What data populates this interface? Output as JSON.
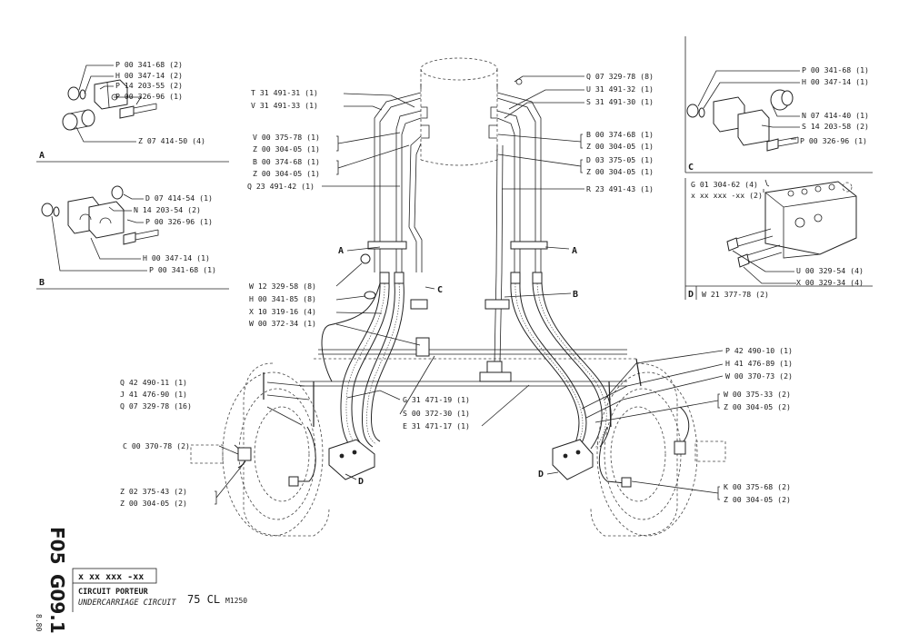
{
  "side_codes": {
    "f05": "F05",
    "g09": "G09.1",
    "date": "8.80"
  },
  "title_block": {
    "ref": "x xx xxx -xx",
    "fr": "CIRCUIT PORTEUR",
    "en": "UNDERCARRIAGE CIRCUIT",
    "model": "75 CL",
    "serial": "M1250"
  },
  "detail_a": {
    "letter": "A",
    "labels": [
      "P 00 341-68 (2)",
      "H 00 347-14 (2)",
      "P 14 203-55 (2)",
      "P 00 326-96 (1)",
      "Z 07 414-50 (4)"
    ]
  },
  "detail_b": {
    "letter": "B",
    "labels": [
      "D 07 414-54 (1)",
      "N 14 203-54 (2)",
      "P 00 326-96 (1)",
      "H 00 347-14 (1)",
      "P 00 341-68 (1)"
    ]
  },
  "detail_c": {
    "letter": "C",
    "labels": [
      "P 00 341-68 (1)",
      "H 00 347-14 (1)",
      "N 07 414-40 (1)",
      "S 14 203-58 (2)",
      "P 00 326-96 (1)"
    ]
  },
  "detail_d": {
    "letter": "D",
    "ref": "W 21 377-78 (2)",
    "labels": [
      "G 01 304-62 (4)",
      "x xx xxx -xx (2)",
      "U 00 329-54 (4)",
      "X 00 329-34 (4)"
    ]
  },
  "callouts": {
    "c01": "T 31 491-31 (1)",
    "c02": "V 31 491-33 (1)",
    "c03": "V 00 375-78 (1)",
    "c04": "Z 00 304-05 (1)",
    "c05": "B 00 374-68 (1)",
    "c06": "Z 00 304-05 (1)",
    "c07": "Q 23 491-42 (1)",
    "c08": "W 12 329-58 (8)",
    "c09": "H 00 341-85 (8)",
    "c10": "X 10 319-16 (4)",
    "c11": "W 00 372-34 (1)",
    "c12": "Q 42 490-11 (1)",
    "c13": "J 41 476-90 (1)",
    "c14": "Q 07 329-78 (16)",
    "c15": "C 00 370-78 (2)",
    "c16": "Z 02 375-43 (2)",
    "c17": "Z 00 304-05 (2)",
    "c18": "Q 07 329-78 (8)",
    "c19": "U 31 491-32 (1)",
    "c20": "S 31 491-30 (1)",
    "c21": "B 00 374-68 (1)",
    "c22": "Z 00 304-05 (1)",
    "c23": "D 03 375-05 (1)",
    "c24": "Z 00 304-05 (1)",
    "c25": "R 23 491-43 (1)",
    "c26": "G 31 471-19 (1)",
    "c27": "S 00 372-30 (1)",
    "c28": "E 31 471-17 (1)",
    "c29": "P 42 490-10 (1)",
    "c30": "H 41 476-89 (1)",
    "c31": "W 00 370-73 (2)",
    "c32": "W 00 375-33 (2)",
    "c33": "Z 00 304-05 (2)",
    "c34": "K 00 375-68 (2)",
    "c35": "Z 00 304-05 (2)"
  },
  "markers": {
    "a": "A",
    "b": "B",
    "c": "C",
    "d": "D"
  }
}
